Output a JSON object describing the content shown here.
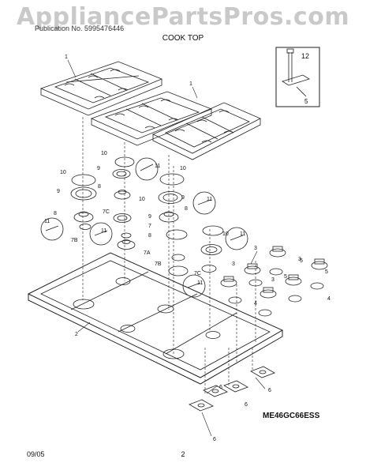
{
  "header": {
    "watermark": "AppliancePartsPros.com",
    "publication_line": "Publication No. 5995476446",
    "section_title": "COOK TOP"
  },
  "inset": {
    "label": "12",
    "callout": "5"
  },
  "part_callouts": [
    "1",
    "2",
    "3",
    "4",
    "5",
    "6",
    "7",
    "7A",
    "7B",
    "7C",
    "8",
    "9",
    "10",
    "11",
    "12"
  ],
  "model_number": "ME46GC66ESS",
  "footer": {
    "date": "09/05",
    "page": "2"
  },
  "colors": {
    "line": "#222222",
    "watermark": "#c9c9c9"
  }
}
